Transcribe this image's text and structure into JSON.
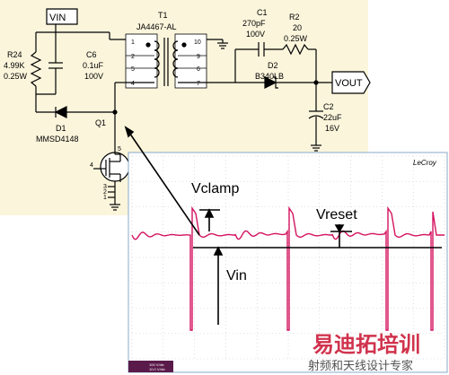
{
  "schematic": {
    "vin_label": "VIN",
    "vout_label": "VOUT",
    "transformer_ref": "T1",
    "transformer_part": "JA4467-AL",
    "r24_ref": "R24",
    "r24_value1": "4.99K",
    "r24_value2": "0.25W",
    "c6_ref": "C6",
    "c6_value1": "0.1uF",
    "c6_value2": "100V",
    "d1_ref": "D1",
    "d1_part": "MMSD4148",
    "q1_ref": "Q1",
    "c1_ref": "C1",
    "c1_value1": "270pF",
    "c1_value2": "100V",
    "r2_ref": "R2",
    "r2_value1": "20",
    "r2_value2": "0.25W",
    "d2_ref": "D2",
    "d2_part": "B340LB",
    "c2_ref": "C2",
    "c2_value1": "22uF",
    "c2_value2": "16V",
    "pins_left": [
      "1",
      "2",
      "5",
      "4"
    ],
    "pins_right": [
      "10",
      "9",
      "6",
      "7"
    ],
    "q1_pins": [
      "5",
      "4",
      "3",
      "2",
      "1"
    ]
  },
  "scope": {
    "brand": "LeCroy",
    "vclamp_label": "Vclamp",
    "vreset_label": "Vreset",
    "vin_label": "Vin",
    "trace_color": "#d4125f",
    "status_line1": "100 V/div",
    "status_line2": "10.0 V/div"
  },
  "watermark": {
    "line1": "易迪拓培训",
    "line2": "射频和天线设计专家",
    "color": "#c8102e"
  }
}
